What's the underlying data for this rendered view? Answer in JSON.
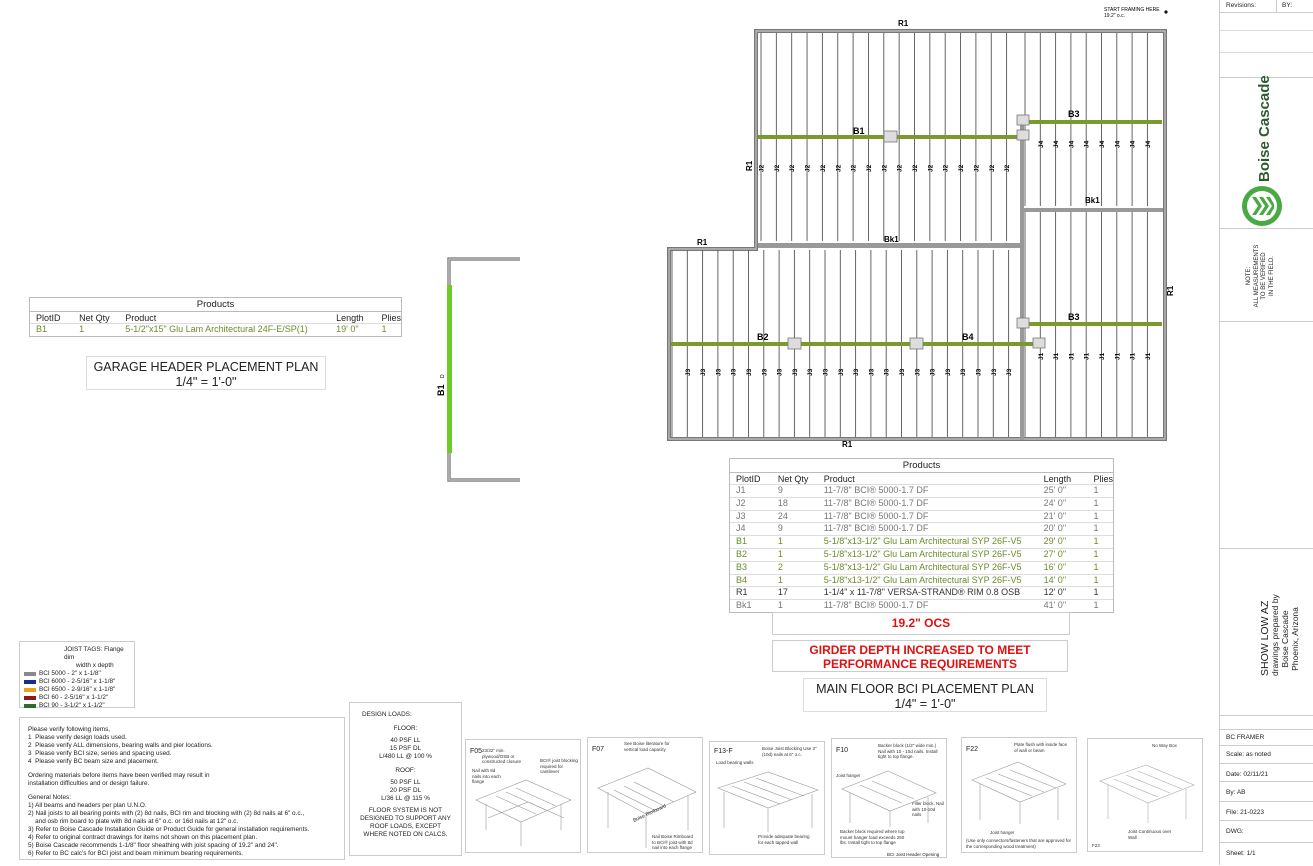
{
  "start_framing": {
    "line1": "START FRAMING HERE",
    "line2": "19.2\" o.c."
  },
  "member_labels": {
    "r1": "R1",
    "b1": "B1",
    "b2": "B2",
    "b3": "B3",
    "b4": "B4",
    "bk1": "Bk1",
    "j1": "J1",
    "j2": "J2",
    "j3": "J3",
    "j4": "J4",
    "garage_b1": "B1",
    "garage_b1_sub": "D"
  },
  "garage_table": {
    "title": "Products",
    "headers": [
      "PlotID",
      "Net Qty",
      "Product",
      "Length",
      "Plies"
    ],
    "rows": [
      [
        "B1",
        "1",
        "5-1/2\"x15\" Glu Lam Architectural 24F-E/SP(1)",
        "19' 0\"",
        "1"
      ]
    ]
  },
  "garage_plan": {
    "title": "GARAGE HEADER PLACEMENT PLAN",
    "scale": "1/4\" = 1'-0\""
  },
  "main_table": {
    "title": "Products",
    "headers": [
      "PlotID",
      "Net Qty",
      "Product",
      "Length",
      "Plies"
    ],
    "rows": [
      [
        "J1",
        "9",
        "11-7/8\" BCI® 5000-1.7 DF",
        "25' 0\"",
        "1"
      ],
      [
        "J2",
        "18",
        "11-7/8\" BCI® 5000-1.7 DF",
        "24' 0\"",
        "1"
      ],
      [
        "J3",
        "24",
        "11-7/8\" BCI® 5000-1.7 DF",
        "21' 0\"",
        "1"
      ],
      [
        "J4",
        "9",
        "11-7/8\" BCI® 5000-1.7 DF",
        "20' 0\"",
        "1"
      ],
      [
        "B1",
        "1",
        "5-1/8\"x13-1/2\" Glu Lam Architectural SYP 26F-V5",
        "29' 0\"",
        "1"
      ],
      [
        "B2",
        "1",
        "5-1/8\"x13-1/2\" Glu Lam Architectural SYP 26F-V5",
        "27' 0\"",
        "1"
      ],
      [
        "B3",
        "2",
        "5-1/8\"x13-1/2\" Glu Lam Architectural SYP 26F-V5",
        "16' 0\"",
        "1"
      ],
      [
        "B4",
        "1",
        "5-1/8\"x13-1/2\" Glu Lam Architectural SYP 26F-V5",
        "14' 0\"",
        "1"
      ],
      [
        "R1",
        "17",
        "1-1/4\" x 11-7/8\" VERSA-STRAND® RIM 0.8 OSB",
        "12' 0\"",
        "1"
      ],
      [
        "Bk1",
        "1",
        "11-7/8\" BCI® 5000-1.7 DF",
        "41' 0\"",
        "1"
      ]
    ]
  },
  "ocs_note": "19.2\" OCS",
  "girder_note": {
    "line1": "GIRDER DEPTH INCREASED TO MEET",
    "line2": "PERFORMANCE REQUIREMENTS"
  },
  "main_plan": {
    "title": "MAIN FLOOR BCI PLACEMENT PLAN",
    "scale": "1/4\" = 1'-0\""
  },
  "joist_tags": {
    "title": "JOIST TAGS: Flange dim",
    "subtitle": "width x depth",
    "items": [
      {
        "label": "BCI 5000 - 2\" x 1-1/8\"",
        "color": "#8a8a8a"
      },
      {
        "label": "BCI 6000 - 2-5/16\" x 1-1/8\"",
        "color": "#1c2a8c"
      },
      {
        "label": "BCI 6500 - 2-9/16\" x 1-1/8\"",
        "color": "#e8a317"
      },
      {
        "label": "BCI 60 - 2-5/16\" x 1-1/2\"",
        "color": "#8c1c1c"
      },
      {
        "label": "BCI 90 - 3-1/2\" x 1-1/2\"",
        "color": "#2e6b2e"
      }
    ]
  },
  "notes": {
    "verify_title": "Please verify following items,",
    "verify": [
      "1  Please verify design loads used.",
      "2  Please verify ALL dimensions, bearing walls and pier locations.",
      "3  Please verify BCI size, series and spacing used.",
      "4  Please verify BC beam size and placement."
    ],
    "ordering": [
      "Ordering materials before items have been verified may result in",
      "installation difficulties and or design failure."
    ],
    "general_title": "General Notes:",
    "general": [
      "1) All beams and headers per plan U.N.O.",
      "2) Nail joists to all bearing points with (2) 8d nails, BCI rim and blocking with (2) 8d nails at 6\" o.c.,",
      "    and osb rim board to plate with 8d nails at 6\" o.c. or 16d nails at 12\" o.c.",
      "3) Refer to Boise Cascade Installation Guide or Product Guide for general installation requirements.",
      "4) Refer to original contract drawings for items not shown on this placement plan.",
      "5) Boise Cascade recommends 1-1/8\" floor sheathing with joist spacing of 19.2\" and 24\".",
      "6) Refer to BC calc's for BCI joist and beam minimum bearing requirements."
    ]
  },
  "design_loads": {
    "title": "DESIGN LOADS:",
    "floor_title": "FLOOR:",
    "floor": [
      "40 PSF LL",
      "15 PSF DL",
      "L/480 LL @ 100 %"
    ],
    "roof_title": "ROOF:",
    "roof": [
      "50 PSF LL",
      "20 PSF DL",
      "L/36 LL @ 115 %"
    ],
    "caution": [
      "FLOOR SYSTEM IS NOT",
      "DESIGNED TO SUPPORT ANY",
      "ROOF LOADS, EXCEPT",
      "WHERE NOTED ON CALCS."
    ]
  },
  "details": {
    "f05": {
      "tag": "F05",
      "note1": "23/32\" min. plywood/OSB or constructed closure",
      "note2": "BCI® joist blocking required for cantilever",
      "note3": "Nail with 8d nails into each flange"
    },
    "f07": {
      "tag": "F07",
      "note1": "See Boise literature for vertical load capacity",
      "note2": "Boise Rimboard",
      "note3": "Nail Boise Rimboard to BCI® joist with 8d nail into each flange"
    },
    "f13": {
      "tag": "F13-F",
      "note1": "Boise Joist Blocking Use 3\" (10d) nails at 6\" o.c.",
      "note2": "Load bearing walls",
      "note3": "Provide adequate bearing for each tapped wall"
    },
    "f10": {
      "tag": "F10",
      "note1": "Backer block (1/2\" wide min.) Nail with 10 - 10d nails. Install tight to top flange.",
      "note2": "Joist hanger",
      "note3": "Filler block. Nail with 10-10d nails",
      "note4": "Backer block required where top mount hanger load exceeds 250 lbs. Install tight to top flange",
      "caption": "BCI Joist Header Opening"
    },
    "f22": {
      "tag": "F22",
      "note1": "Plate flush with inside face of wall or beam",
      "note2": "Joist hanger",
      "note3": "(Use only connectors/fasteners that are approved for the corresponding wood treatment)"
    },
    "f23": {
      "tag": "F23",
      "note1": "No Way Box",
      "note2": "Joist Continuous over Wall"
    }
  },
  "title_block": {
    "revisions": "Revisions:",
    "by_header": "BY:",
    "company": "Boise Cascade",
    "note": [
      "NOTE:",
      "ALL MEASUREMENTS",
      "TO BE VERIFIED",
      "IN THE FIELD."
    ],
    "project": [
      "SHOW LOW AZ",
      "drawings prepared by",
      "Boise Cascade",
      "Phoenix, Arizona"
    ],
    "framer": "BC FRAMER",
    "scale": "Scale: as noted",
    "date": "Date: 02/11/21",
    "by": "By: AB",
    "file": "File: 21-0223",
    "dwg": "DWG:",
    "sheet": "Sheet: 1/1"
  }
}
